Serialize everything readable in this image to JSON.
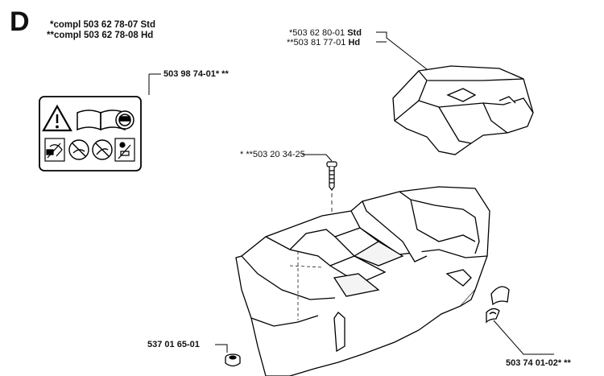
{
  "section": {
    "letter": "D"
  },
  "header": {
    "line1": "*compl 503 62 78-07 Std",
    "line2": "**compl 503 62 78-08 Hd"
  },
  "parts": {
    "cover_std_num": "*503 62 80-01",
    "cover_std_suffix": "Std",
    "cover_hd_num": "**503 81 77-01",
    "cover_hd_suffix": "Hd",
    "decal": "503 98 74-01* **",
    "screw": "* **503 20 34-25",
    "grommet": "537 01 65-01",
    "clip": "503 74 01-02* **"
  }
}
